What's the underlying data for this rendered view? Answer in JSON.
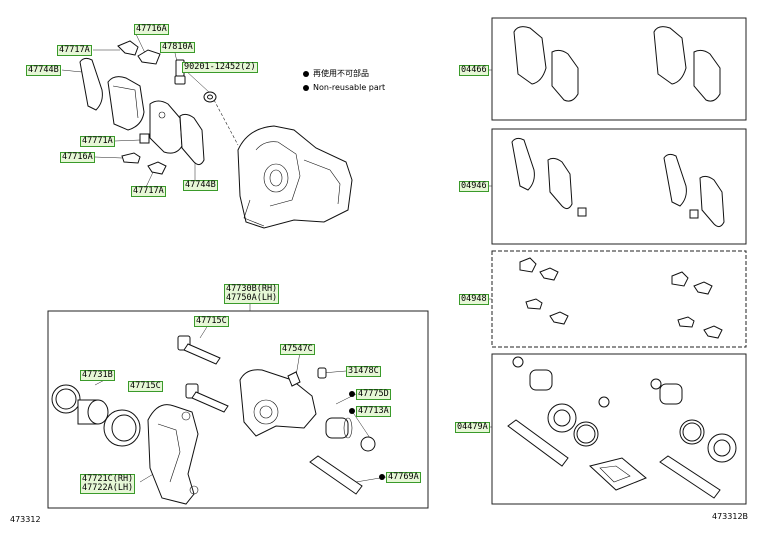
{
  "legend": {
    "reusable_label": "再使用不可部品",
    "nonreusable_label": "Non-reusable part"
  },
  "figure_numbers": {
    "left": "473312",
    "right": "473312B"
  },
  "callouts": {
    "c47716A_top": "47716A",
    "c47717A_top": "47717A",
    "c47810A": "47810A",
    "c47744B_top": "47744B",
    "c90201": "90201-12452(2)",
    "c47771A": "47771A",
    "c47716A_mid": "47716A",
    "c47717A_bot": "47717A",
    "c47744B_bot": "47744B",
    "c47730B_rh": "47730B(RH)",
    "c47750A_lh": "47750A(LH)",
    "c47715C_top": "47715C",
    "c47547C": "47547C",
    "c47731B": "47731B",
    "c47715C_mid": "47715C",
    "c31478C": "31478C",
    "c47775D": "47775D",
    "c47713A": "47713A",
    "c47721C_rh": "47721C(RH)",
    "c47722A_lh": "47722A(LH)",
    "c47769A": "47769A",
    "c04466": "04466",
    "c04946": "04946",
    "c04948": "04948",
    "c04479A": "04479A"
  }
}
